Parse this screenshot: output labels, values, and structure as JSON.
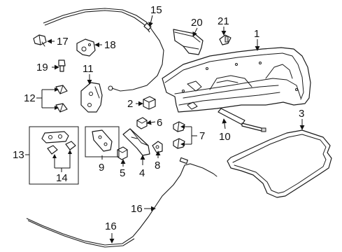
{
  "diagram": {
    "callouts": {
      "c1": "1",
      "c2": "2",
      "c3": "3",
      "c4": "4",
      "c5": "5",
      "c6": "6",
      "c7": "7",
      "c8": "8",
      "c9": "9",
      "c10": "10",
      "c11": "11",
      "c12": "12",
      "c13": "13",
      "c14": "14",
      "c15": "15",
      "c16a": "16",
      "c16b": "16",
      "c17": "17",
      "c18": "18",
      "c19": "19",
      "c20": "20",
      "c21": "21"
    }
  }
}
